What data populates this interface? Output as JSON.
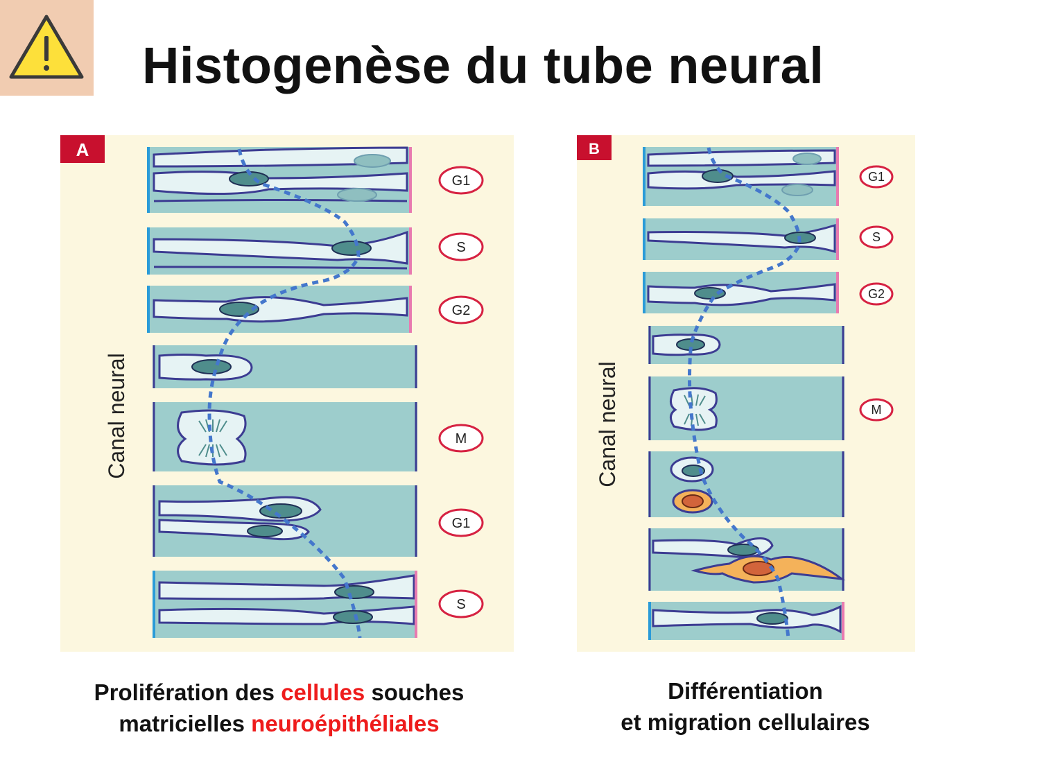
{
  "slide": {
    "title": "Histogenèse du tube neural",
    "warning_icon": "warning-triangle-icon"
  },
  "panel_a": {
    "label": "A",
    "side_label": "Canal neural",
    "phases": [
      "G1",
      "S",
      "G2",
      "M",
      "G1",
      "S"
    ],
    "caption_line1_part1": "Prolifération des ",
    "caption_line1_highlight": "cellules",
    "caption_line1_part2": " souches",
    "caption_line2_part1": "matricielles ",
    "caption_line2_highlight": "neuroépithéliales"
  },
  "panel_b": {
    "label": "B",
    "side_label": "Canal neural",
    "phases": [
      "G1",
      "S",
      "G2",
      "M"
    ],
    "caption_line1": "Différentiation",
    "caption_line2": "et migration cellulaires"
  },
  "colors": {
    "panel_bg": "#fcf7df",
    "tissue": "#9dcdcc",
    "cell_fill": "#e6f3f4",
    "cell_outline": "#3c3c92",
    "nucleus": "#4f8d8c",
    "migration_path": "#4477cc",
    "phase_badge": "#d62242",
    "label_badge": "#c8102e",
    "neuron": "#f4b25a",
    "highlight_text": "#ee1c1c"
  }
}
